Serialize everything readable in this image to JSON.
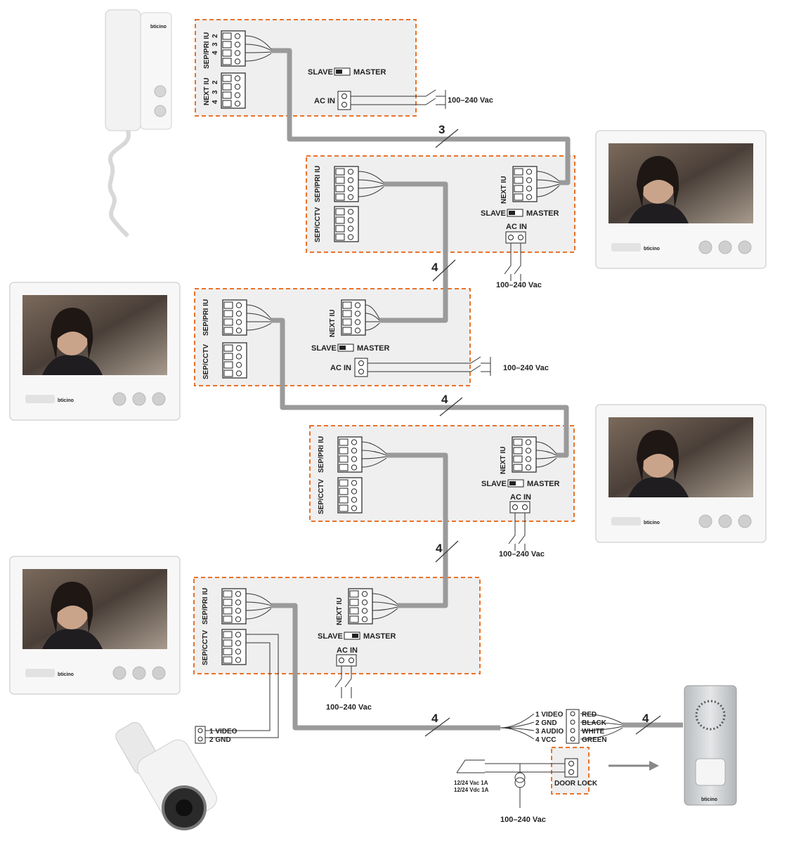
{
  "units": [
    {
      "id": "unit1",
      "connector_a": "SEP/PRI IU",
      "connector_b": "NEXT IU",
      "switch": {
        "slave": "SLAVE",
        "master": "MASTER"
      },
      "power": {
        "label": "AC IN",
        "voltage": "100–240 Vac"
      }
    },
    {
      "id": "unit2",
      "connector_a": "SEP/PRI IU",
      "connector_b": "SEP/CCTV",
      "connector_c": "NEXT IU",
      "switch": {
        "slave": "SLAVE",
        "master": "MASTER"
      },
      "power": {
        "label": "AC IN",
        "voltage": "100–240 Vac"
      }
    },
    {
      "id": "unit3",
      "connector_a": "SEP/PRI IU",
      "connector_b": "SEP/CCTV",
      "connector_c": "NEXT IU",
      "switch": {
        "slave": "SLAVE",
        "master": "MASTER"
      },
      "power": {
        "label": "AC IN",
        "voltage": "100–240 Vac"
      }
    },
    {
      "id": "unit4",
      "connector_a": "SEP/PRI IU",
      "connector_b": "SEP/CCTV",
      "connector_c": "NEXT IU",
      "switch": {
        "slave": "SLAVE",
        "master": "MASTER"
      },
      "power": {
        "label": "AC IN",
        "voltage": "100–240 Vac"
      }
    },
    {
      "id": "unit5",
      "connector_a": "SEP/PRI IU",
      "connector_b": "SEP/CCTV",
      "connector_c": "NEXT IU",
      "switch": {
        "slave": "SLAVE",
        "master": "MASTER"
      },
      "power": {
        "label": "AC IN",
        "voltage": "100–240 Vac"
      }
    }
  ],
  "terminal_numbers": [
    "4",
    "3",
    "2",
    "1"
  ],
  "terminal_numbers_asc": [
    "1",
    "2",
    "3",
    "4"
  ],
  "wire_counts": [
    "3",
    "4",
    "4",
    "4",
    "4",
    "4"
  ],
  "brand": "bticino",
  "camera": {
    "terminals": [
      "1 VIDEO",
      "2 GND"
    ]
  },
  "outdoor_panel": {
    "terminals": [
      "1 VIDEO",
      "2 GND",
      "3 AUDIO",
      "4 VCC"
    ],
    "wire_colors": [
      "RED",
      "BLACK",
      "WHITE",
      "GREEN"
    ],
    "door_lock": "DOOR LOCK",
    "lock_supply": [
      "12/24 Vac 1A",
      "12/24 Vdc 1A"
    ],
    "transformer_voltage": "100–240 Vac"
  },
  "colors": {
    "dash": "#e8732a",
    "cable": "#9a9a9a",
    "panel": "#efefef",
    "wire": "#333333"
  }
}
